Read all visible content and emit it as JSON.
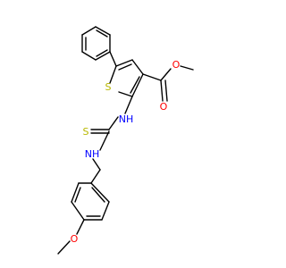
{
  "atoms": {
    "sulfur_ring": "S",
    "sulfur_thio": "S",
    "nh_upper": "NH",
    "nh_lower": "NH",
    "o_carbonyl": "O",
    "o_ester": "O",
    "o_methoxy": "O"
  },
  "colors": {
    "bond": "#000000",
    "sulfur": "#b8b800",
    "nitrogen": "#0000ff",
    "oxygen": "#ff0000",
    "background": "#ffffff"
  }
}
